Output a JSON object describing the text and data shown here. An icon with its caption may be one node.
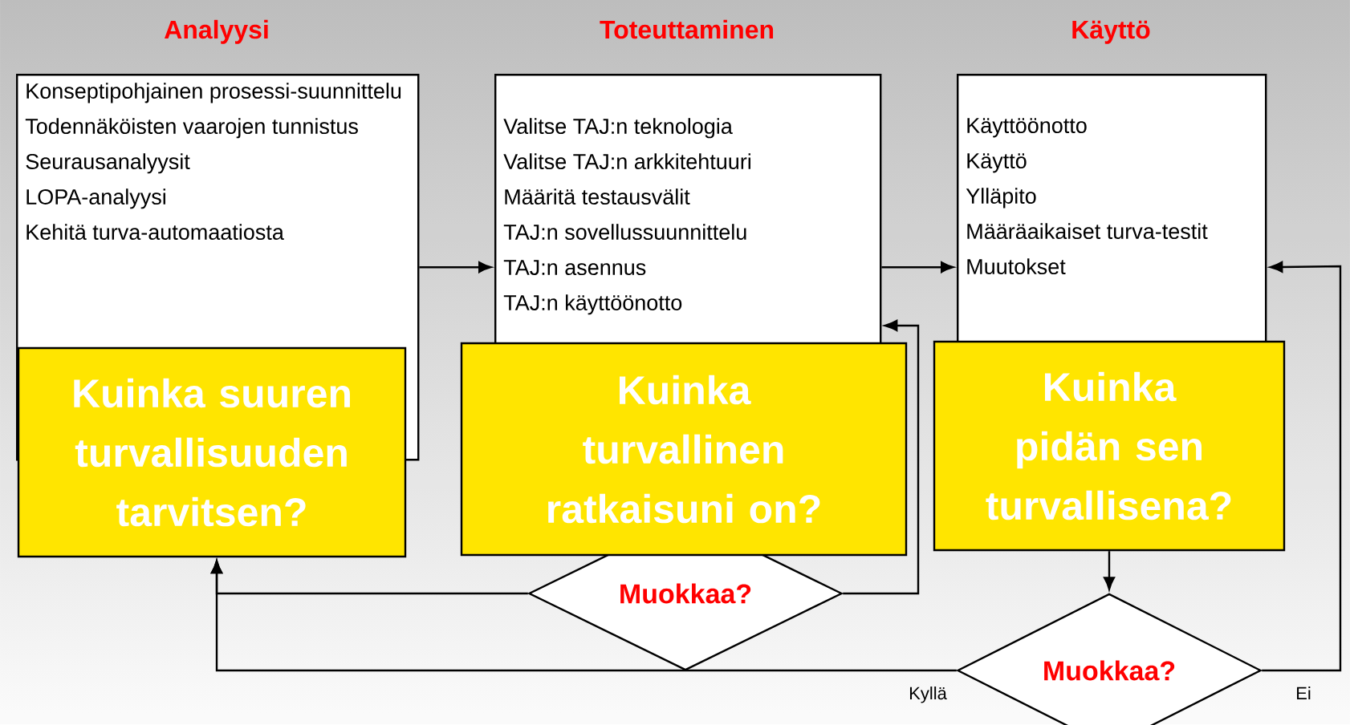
{
  "diagram": {
    "nodes": [
      {
        "text": [
          "Analyysi",
          "Konseptipohjainen prosessi-suunnittelu",
          "Todennäköisten vaarojen tunnistus",
          "Seurausanalyysit",
          "LOPA-analyysi",
          "Kehitä turva-automaatiosta"
        ]
      },
      {
        "text": [
          "Kuinka suuren turvallisuuden tarvitsen?"
        ]
      },
      {
        "text": [
          "Toteuttaminen",
          "Valitse TAJ:n teknologia",
          "Valitse TAJ:n arkkitehtuuri",
          "Määritä testausvälit",
          "TAJ:n sovellussuunnittelu",
          "TAJ:n asennus",
          "TAJ:n käyttöönotto"
        ]
      },
      {
        "text": [
          "Kuinka turvallinen ratkaisuni on?"
        ]
      },
      {
        "text": [
          "Käyttö",
          "Käyttöönotto",
          "Käyttö",
          "Ylläpito",
          "Määräaikaiset turva-testit",
          "Muutokset"
        ]
      },
      {
        "text": [
          "Kuinka pidän sen turvallisena?"
        ]
      },
      {
        "text": [
          "Muokkaa?"
        ]
      },
      {
        "text": [
          "Muokkaa?"
        ]
      }
    ],
    "edges": [
      {
        "from": 0,
        "to": 2,
        "arrow": "to"
      },
      {
        "from": 2,
        "to": 4,
        "arrow": "to"
      },
      {
        "from": 5,
        "to": 7,
        "arrow": "to"
      },
      {
        "from": 7,
        "to": 4,
        "arrow": "to",
        "label": "Ei"
      },
      {
        "from": 7,
        "to": 1,
        "arrow": "to",
        "label": "Kyllä"
      },
      {
        "from": 6,
        "to": 1,
        "arrow": "to"
      },
      {
        "from": 6,
        "to": 2,
        "arrow": "to"
      }
    ]
  }
}
